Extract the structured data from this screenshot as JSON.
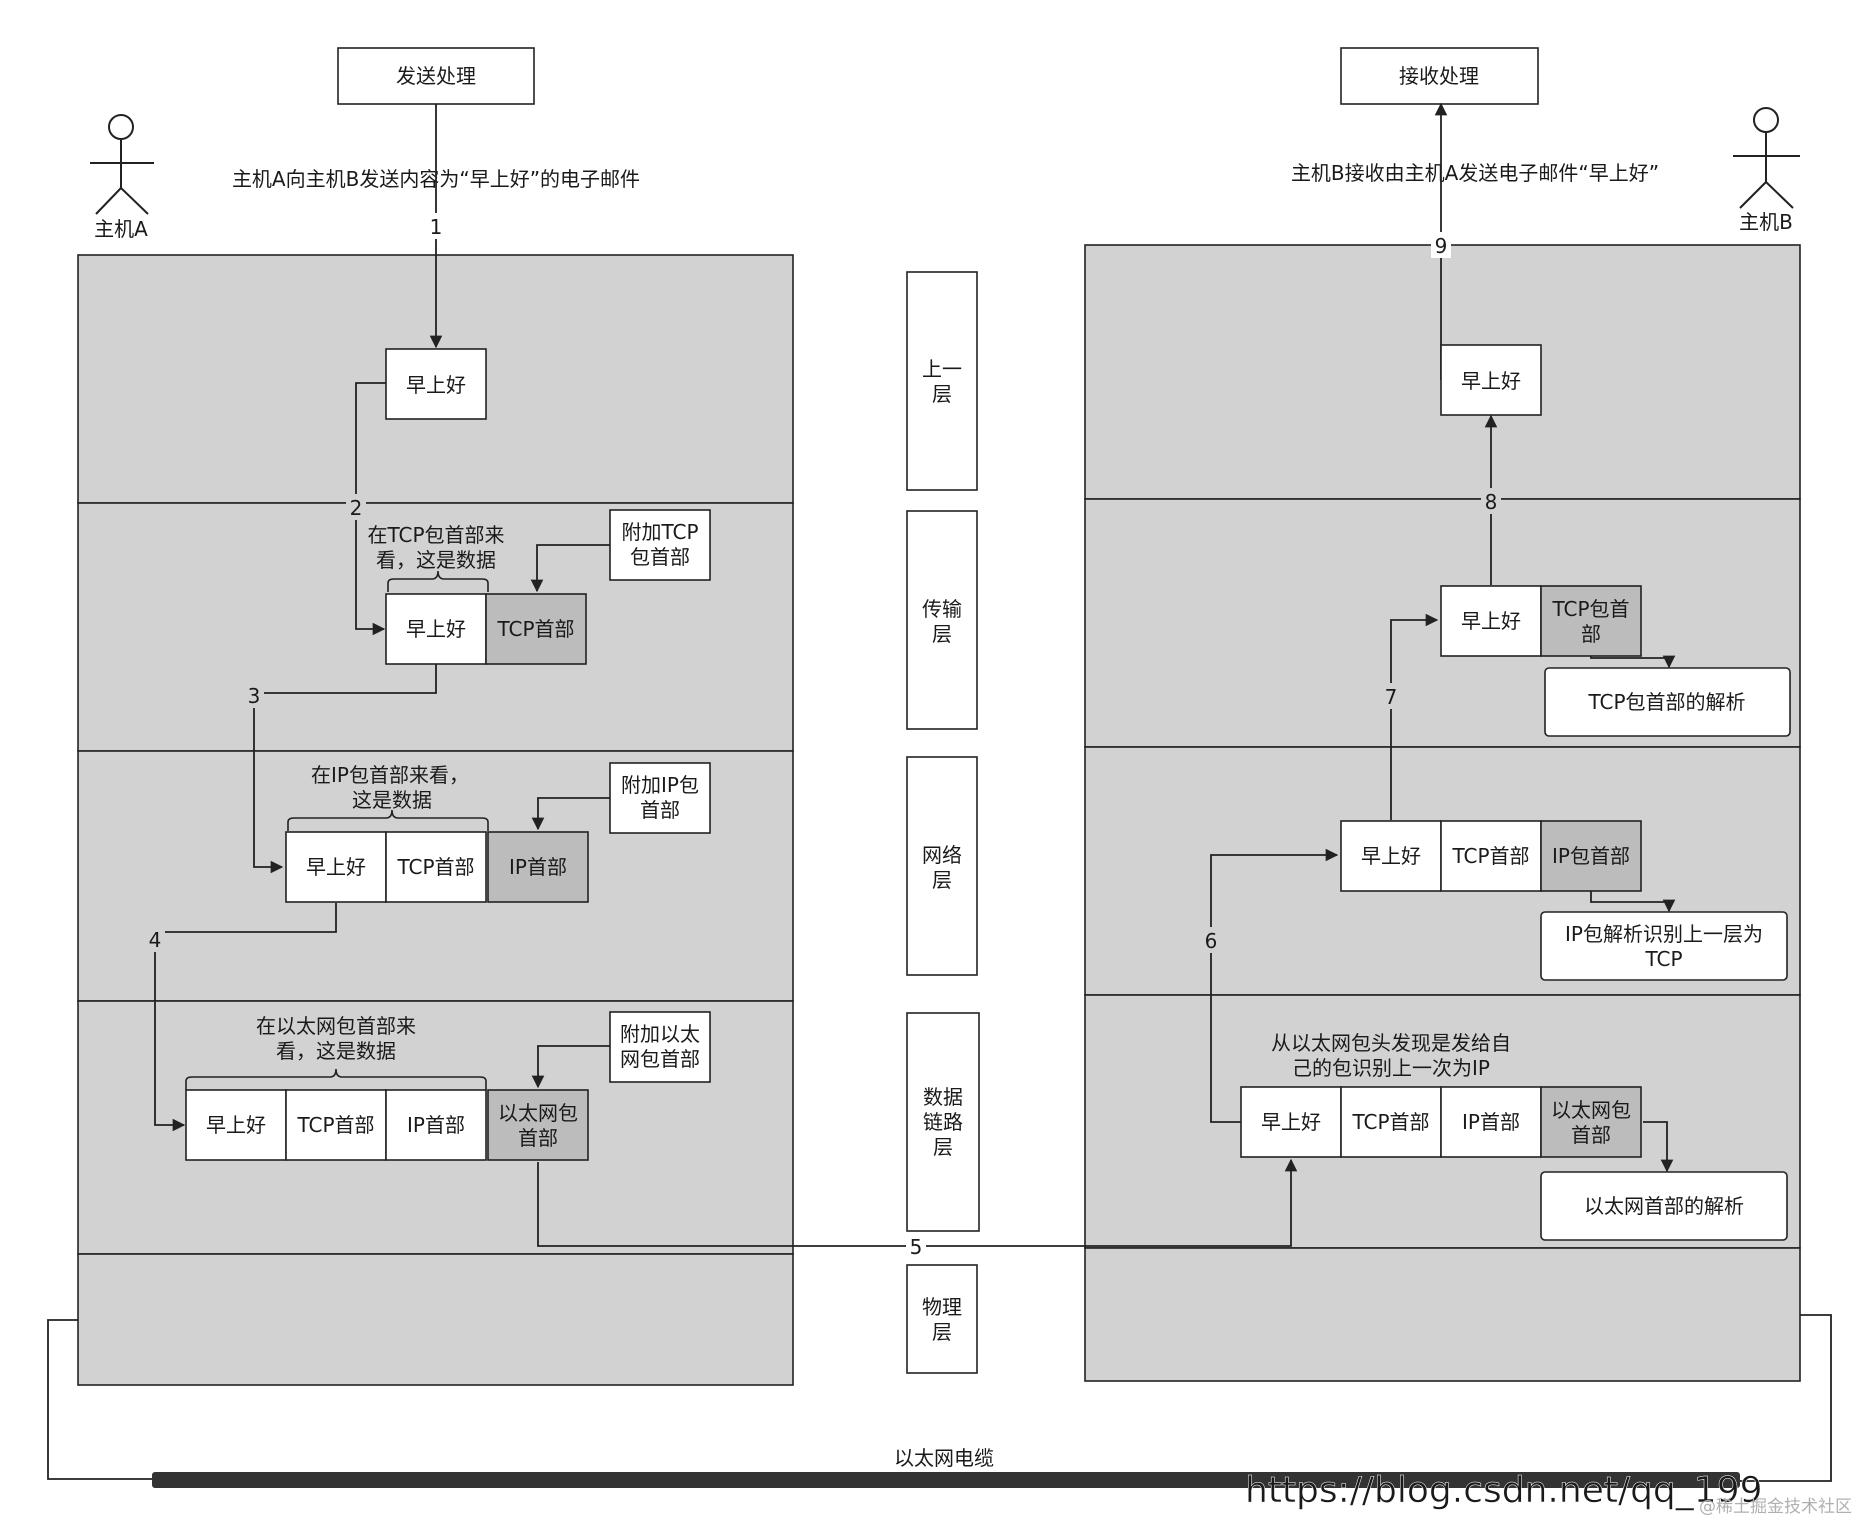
{
  "sender": {
    "title": "发送处理",
    "host": "主机A",
    "caption": "主机A向主机B发送内容为“早上好”的电子邮件",
    "data": "早上好",
    "tcp_header": "TCP首部",
    "ip_header": "IP首部",
    "eth_header_l1": "以太网包",
    "eth_header_l2": "首部",
    "tcp_note_l1": "在TCP包首部来",
    "tcp_note_l2": "看，这是数据",
    "ip_note_l1": "在IP包首部来看，",
    "ip_note_l2": "这是数据",
    "eth_note_l1": "在以太网包首部来",
    "eth_note_l2": "看，这是数据",
    "add_tcp_l1": "附加TCP",
    "add_tcp_l2": "包首部",
    "add_ip_l1": "附加IP包",
    "add_ip_l2": "首部",
    "add_eth_l1": "附加以太",
    "add_eth_l2": "网包首部"
  },
  "layers": {
    "upper_l1": "上一",
    "upper_l2": "层",
    "transport_l1": "传输",
    "transport_l2": "层",
    "network_l1": "网络",
    "network_l2": "层",
    "datalink_l1": "数据",
    "datalink_l2": "链路",
    "datalink_l3": "层",
    "physical_l1": "物理",
    "physical_l2": "层"
  },
  "receiver": {
    "title": "接收处理",
    "host": "主机B",
    "caption": "主机B接收由主机A发送电子邮件“早上好”",
    "data": "早上好",
    "tcp_header": "TCP首部",
    "ip_header": "IP首部",
    "tcp_pkt_header_l1": "TCP包首",
    "tcp_pkt_header_l2": "部",
    "ip_pkt_header": "IP包首部",
    "eth_header_l1": "以太网包",
    "eth_header_l2": "首部",
    "tcp_parse": "TCP包首部的解析",
    "ip_parse_l1": "IP包解析识别上一层为",
    "ip_parse_l2": "TCP",
    "eth_parse": "以太网首部的解析",
    "eth_note_l1": "从以太网包头发现是发给自",
    "eth_note_l2": "己的包识别上一次为IP"
  },
  "steps": [
    "1",
    "2",
    "3",
    "4",
    "5",
    "6",
    "7",
    "8",
    "9"
  ],
  "cable_label": "以太网电缆",
  "watermark": "https://blog.csdn.net/qq_199",
  "credit": "@稀土掘金技术社区"
}
